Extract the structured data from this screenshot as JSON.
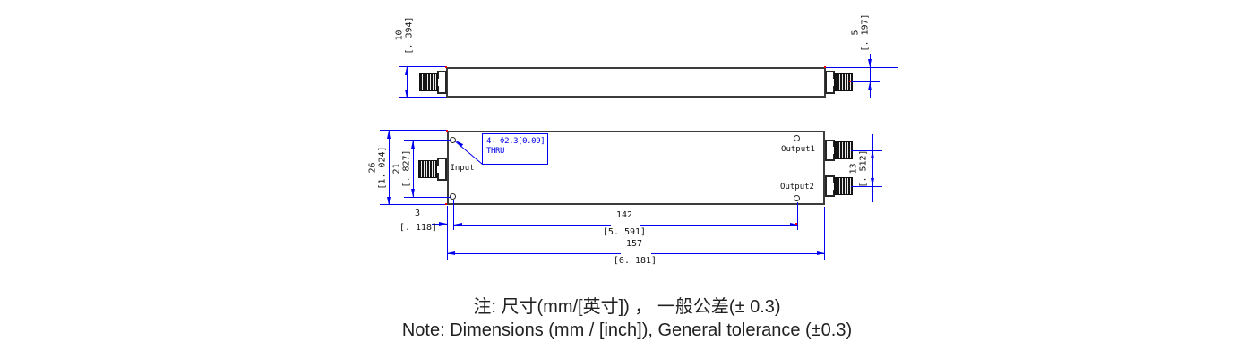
{
  "drawing_type": "engineering-dimension-drawing",
  "ports": {
    "input": "Input",
    "output1": "Output1",
    "output2": "Output2"
  },
  "hole_callout": {
    "line1": "4- Φ2.3[0.09]",
    "line2": "THRU"
  },
  "dims": {
    "body_height": {
      "mm": "10",
      "inch": "[. 394]"
    },
    "connector_offset": {
      "mm": "5",
      "inch": "[. 197]"
    },
    "body_width": {
      "mm": "26",
      "inch": "[1. 024]"
    },
    "hole_spacing_v": {
      "mm": "21",
      "inch": "[. 827]"
    },
    "output_spacing": {
      "mm": "13",
      "inch": "[. 512]"
    },
    "hole_edge_offset": {
      "mm": "3",
      "inch": "[. 118]"
    },
    "hole_spacing_h": {
      "mm": "142",
      "inch": "[5. 591]"
    },
    "body_length": {
      "mm": "157",
      "inch": "[6. 181]"
    }
  },
  "note": {
    "zh": "注: 尺寸(mm/[英寸]) ， 一般公差(± 0.3)",
    "en": "Note: Dimensions (mm / [inch]), General tolerance (±0.3)"
  },
  "colors": {
    "dimension_line": "#0000ee",
    "outline": "#3c3c3c",
    "snap_marker": "#ff0000",
    "background": "#ffffff",
    "dimension_text": "#141414"
  }
}
